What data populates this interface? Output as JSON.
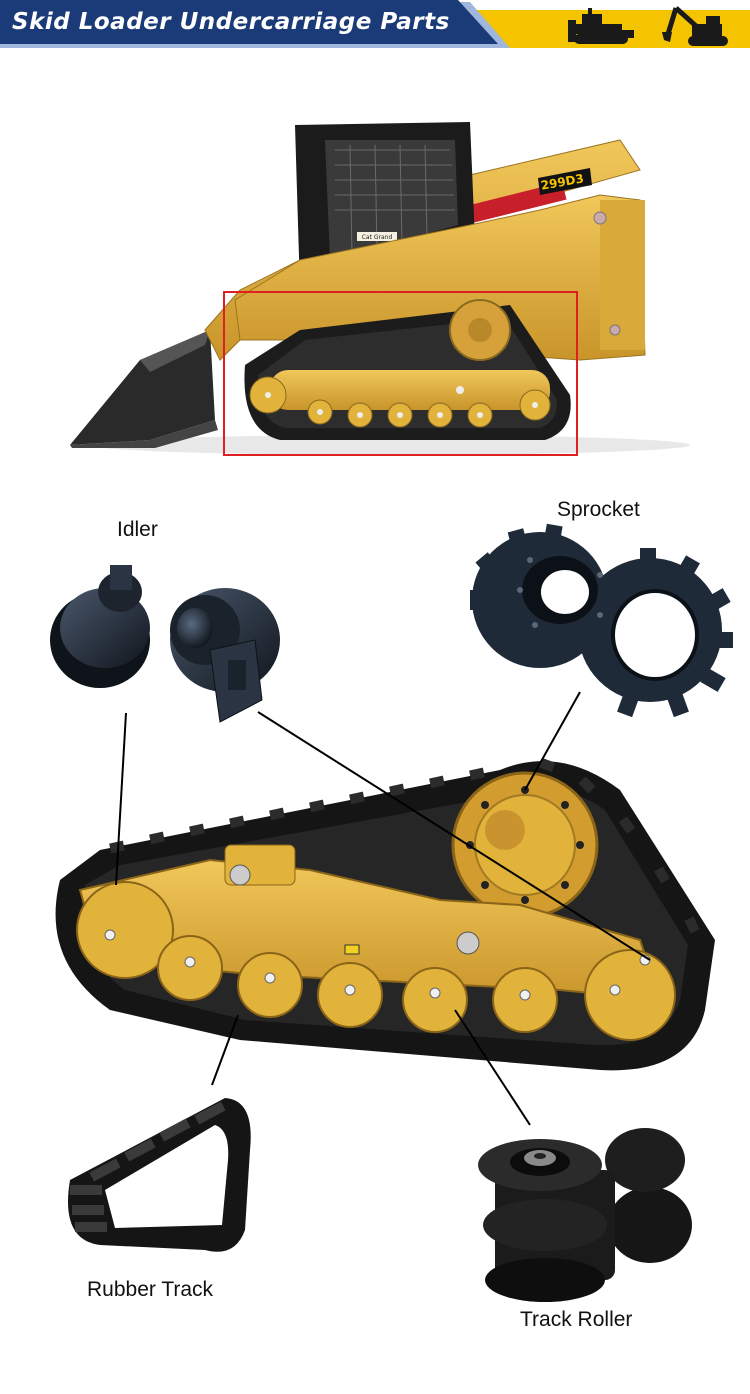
{
  "header": {
    "title": "Skid Loader Undercarriage Parts",
    "icons": [
      "bulldozer-icon",
      "excavator-icon"
    ],
    "colors": {
      "navy": "#1a3a78",
      "yellow": "#f5c400",
      "light_blue": "#9fb7dc"
    }
  },
  "machine": {
    "model_badge": "299D3",
    "decal": "Cat Grand",
    "highlight_color": "#e02020"
  },
  "parts": {
    "idler": "Idler",
    "sprocket": "Sprocket",
    "rubber_track": "Rubber Track",
    "track_roller": "Track Roller"
  },
  "colors": {
    "cat_yellow": "#e2b33a",
    "track_black": "#1c1c1c",
    "steel": "#2a3442"
  }
}
